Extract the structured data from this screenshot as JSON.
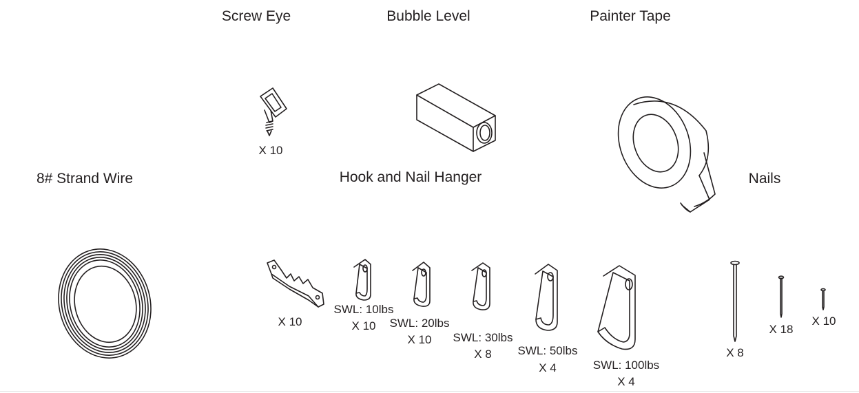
{
  "items": {
    "screw_eye": {
      "title": "Screw Eye",
      "qty": "X 10"
    },
    "bubble_level": {
      "title": "Bubble Level"
    },
    "painter_tape": {
      "title": "Painter Tape"
    },
    "strand_wire": {
      "title": "8# Strand Wire"
    },
    "hook_nail_hanger": {
      "title": "Hook and Nail Hanger",
      "sawtooth_qty": "X 10",
      "hooks": [
        {
          "swl": "SWL: 10lbs",
          "qty": "X 10"
        },
        {
          "swl": "SWL: 20lbs",
          "qty": "X 10"
        },
        {
          "swl": "SWL: 30lbs",
          "qty": "X 8"
        },
        {
          "swl": "SWL: 50lbs",
          "qty": "X 4"
        },
        {
          "swl": "SWL: 100lbs",
          "qty": "X 4"
        }
      ]
    },
    "nails": {
      "title": "Nails",
      "sizes": [
        {
          "qty": "X 8"
        },
        {
          "qty": "X 18"
        },
        {
          "qty": "X 10"
        }
      ]
    }
  }
}
